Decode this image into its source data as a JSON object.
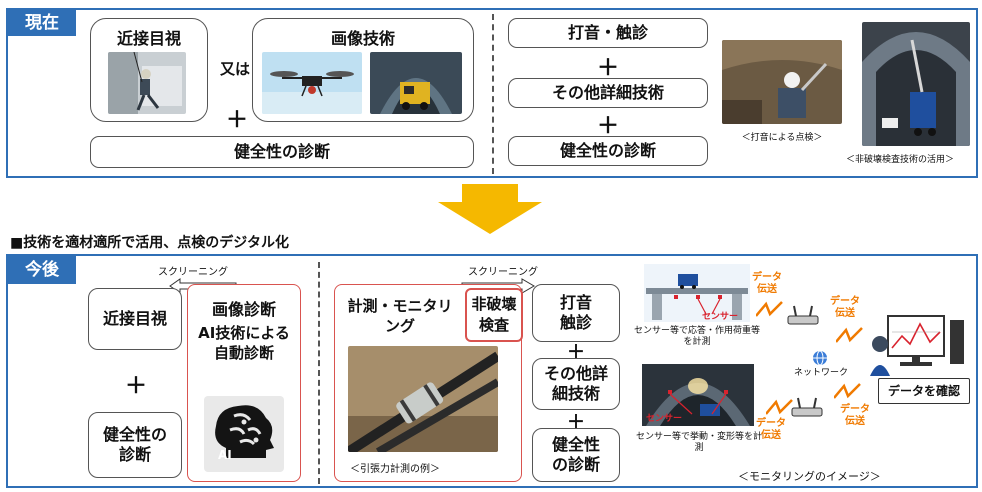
{
  "current": {
    "tag": "現在",
    "visual_label": "近接目視",
    "or_label": "又は",
    "image_label": "画像技術",
    "health_diag": "健全性の診断",
    "hammer_touch": "打音・触診",
    "other_detail": "その他詳細技術",
    "health_diag_right": "健全性の診断",
    "caption_hammer": "＜打音による点検＞",
    "caption_ndt": "＜非破壊検査技術の活用＞",
    "plus": "＋"
  },
  "heading": "■技術を適材適所で活用、点検のデジタル化",
  "future": {
    "tag": "今後",
    "screening_left": "スクリーニング",
    "screening_right": "スクリーニング",
    "visual_label": "近接目視",
    "health_diag": "健全性の診断",
    "image_diag_title": "画像診断",
    "ai_text": "AI技術による自動診断",
    "ai_badge": "AI",
    "measure_label": "計測・モニタリング",
    "ndt_label": "非破壊検査",
    "tension_caption": "＜引張力計測の例＞",
    "hammer_touch": "打音触診",
    "other_detail": "その他詳細技術",
    "health_diag_right": "健全性の診断",
    "plus": "＋"
  },
  "monitoring": {
    "sensor_tag": "センサー",
    "sensor_top_caption": "センサー等で応答・作用荷重等を計測",
    "sensor_bottom_caption": "センサー等で挙動・変形等を計測",
    "data_transfer": "データ伝送",
    "network": "ネットワーク",
    "check_data": "データを確認",
    "caption": "＜モニタリングのイメージ＞"
  },
  "colors": {
    "accent_blue": "#2f6fb6",
    "arrow_yellow": "#f5b800",
    "red_border": "#d9534f",
    "orange_text": "#f07a00"
  }
}
